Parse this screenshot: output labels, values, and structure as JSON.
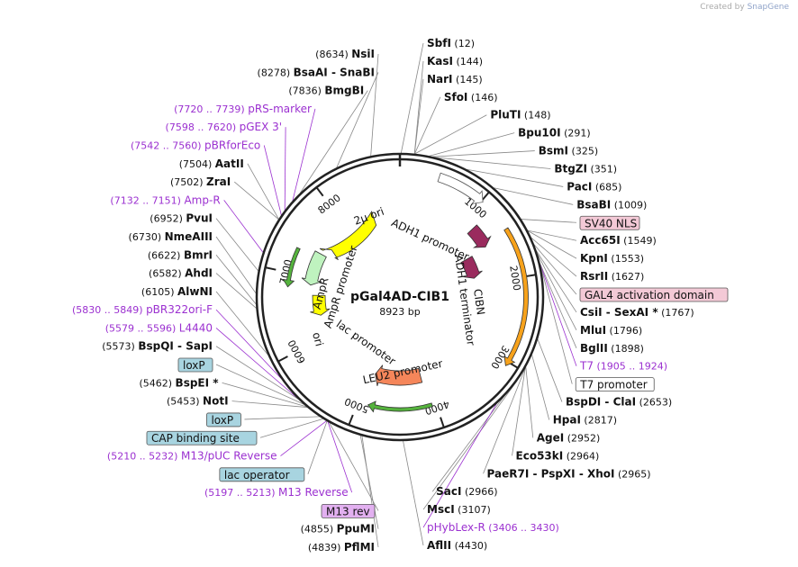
{
  "branding": {
    "created_by": "Created by",
    "app": "SnapGene"
  },
  "plasmid": {
    "name": "pGal4AD-CIB1",
    "size": "8923 bp",
    "length": 8923
  },
  "ticks": [
    {
      "pos": 1000,
      "label": "1000"
    },
    {
      "pos": 2000,
      "label": "2000"
    },
    {
      "pos": 3000,
      "label": "3000"
    },
    {
      "pos": 4000,
      "label": "4000"
    },
    {
      "pos": 5000,
      "label": "5000"
    },
    {
      "pos": 6000,
      "label": "6000"
    },
    {
      "pos": 7000,
      "label": "7000"
    },
    {
      "pos": 8000,
      "label": "8000"
    }
  ],
  "features": [
    {
      "name": "2µ ori",
      "start": 8470,
      "end": 7550,
      "color": "#ffff00",
      "dir": 1,
      "r": 92,
      "w": 16
    },
    {
      "name": "ADH1 promoter",
      "start": 450,
      "end": 1020,
      "color": "#ffffff",
      "dir": 1,
      "r": 140,
      "w": 10
    },
    {
      "name": "GAL4 AD",
      "start": 1160,
      "end": 1480,
      "color": "#9a2b5e",
      "dir": 1,
      "r": 110,
      "w": 14
    },
    {
      "name": "CIBN",
      "start": 1500,
      "end": 1880,
      "color": "#9a2b5e",
      "dir": 1,
      "r": 85,
      "w": 14
    },
    {
      "name": "SV40 NLS outer",
      "start": 1420,
      "end": 3050,
      "color": "#f7a21b",
      "dir": 1,
      "r": 140,
      "w": 5
    },
    {
      "name": "AmpR",
      "start": 6880,
      "end": 7400,
      "color": "#bff3bf",
      "dir": -1,
      "r": 100,
      "w": 14
    },
    {
      "name": "AmpR green",
      "start": 6820,
      "end": 7330,
      "color": "#55b33d",
      "dir": -1,
      "r": 125,
      "w": 4
    },
    {
      "name": "ori",
      "start": 6370,
      "end": 6720,
      "color": "#ffff00",
      "dir": -1,
      "r": 90,
      "w": 14
    },
    {
      "name": "LEU2",
      "start": 4100,
      "end": 4900,
      "color": "#f5865a",
      "dir": 1,
      "r": 90,
      "w": 16
    },
    {
      "name": "LEU2 green",
      "start": 4050,
      "end": 4870,
      "color": "#55b33d",
      "dir": 1,
      "r": 125,
      "w": 4
    }
  ],
  "feature_labels": {
    "ori2u": "2µ ori",
    "adh1_promoter": "ADH1 promoter",
    "adh1_terminator": "ADH1 terminator",
    "cibn": "CIBN",
    "ampr_promoter": "AmpR promoter",
    "ampr": "AmpR",
    "ori": "ori",
    "lac_promoter": "lac promoter",
    "leu2_promoter": "LEU2 promoter",
    "leu2": "LEU2"
  },
  "sites_right": [
    {
      "name": "SbfI",
      "pos": "(12)",
      "bp": 12
    },
    {
      "name": "KasI",
      "pos": "(144)",
      "bp": 144
    },
    {
      "name": "NarI",
      "pos": "(145)",
      "bp": 145
    },
    {
      "name": "SfoI",
      "pos": "(146)",
      "bp": 146
    },
    {
      "name": "PluTI",
      "pos": "(148)",
      "bp": 148
    },
    {
      "name": "Bpu10I",
      "pos": "(291)",
      "bp": 291
    },
    {
      "name": "BsmI",
      "pos": "(325)",
      "bp": 325
    },
    {
      "name": "BtgZI",
      "pos": "(351)",
      "bp": 351
    },
    {
      "name": "PacI",
      "pos": "(685)",
      "bp": 685
    },
    {
      "name": "BsaBI",
      "pos": "(1009)",
      "bp": 1009
    },
    {
      "name": "SV40 NLS",
      "box": "#f3c9d6",
      "bp": 1420
    },
    {
      "name": "Acc65I",
      "pos": "(1549)",
      "bp": 1549
    },
    {
      "name": "KpnI",
      "pos": "(1553)",
      "bp": 1553
    },
    {
      "name": "RsrII",
      "pos": "(1627)",
      "bp": 1627
    },
    {
      "name": "GAL4 activation domain",
      "box": "#f3c9d6",
      "bp": 1700
    },
    {
      "name": "CsiI  -  SexAI *",
      "pos": "(1767)",
      "bp": 1767
    },
    {
      "name": "MluI",
      "pos": "(1796)",
      "bp": 1796
    },
    {
      "name": "BglII",
      "pos": "(1898)",
      "bp": 1898
    },
    {
      "name": "T7",
      "pos": "(1905 .. 1924)",
      "purple": true,
      "bp": 1910
    },
    {
      "name": "T7 promoter",
      "box": "#ffffff",
      "bp": 1920
    },
    {
      "name": "BspDI  -  ClaI",
      "pos": "(2653)",
      "bp": 2653
    },
    {
      "name": "HpaI",
      "pos": "(2817)",
      "bp": 2817
    },
    {
      "name": "AgeI",
      "pos": "(2952)",
      "bp": 2952
    },
    {
      "name": "Eco53kI",
      "pos": "(2964)",
      "bp": 2964
    },
    {
      "name": "PaeR7I  -  PspXI  -  XhoI",
      "pos": "(2965)",
      "bp": 2965
    },
    {
      "name": "SacI",
      "pos": "(2966)",
      "bp": 2966
    },
    {
      "name": "MscI",
      "pos": "(3107)",
      "bp": 3107
    },
    {
      "name": "pHybLex-R",
      "pos": "(3406 .. 3430)",
      "purple": true,
      "bp": 3418
    },
    {
      "name": "AflII",
      "pos": "(4430)",
      "bp": 4430
    }
  ],
  "sites_left": [
    {
      "name": "NsiI",
      "pos": "(8634)",
      "bp": 8634
    },
    {
      "name": "BsaAI  -  SnaBI",
      "pos": "(8278)",
      "bp": 8278
    },
    {
      "name": "BmgBI",
      "pos": "(7836)",
      "bp": 7836
    },
    {
      "name": "pRS-marker",
      "pos": "(7720 .. 7739)",
      "purple": true,
      "bp": 7730
    },
    {
      "name": "pGEX 3'",
      "pos": "(7598 .. 7620)",
      "purple": true,
      "bp": 7609
    },
    {
      "name": "pBRforEco",
      "pos": "(7542 .. 7560)",
      "purple": true,
      "bp": 7551
    },
    {
      "name": "AatII",
      "pos": "(7504)",
      "bp": 7504
    },
    {
      "name": "ZraI",
      "pos": "(7502)",
      "bp": 7502
    },
    {
      "name": "Amp-R",
      "pos": "(7132 .. 7151)",
      "purple": true,
      "bp": 7141
    },
    {
      "name": "PvuI",
      "pos": "(6952)",
      "bp": 6952
    },
    {
      "name": "NmeAIII",
      "pos": "(6730)",
      "bp": 6730
    },
    {
      "name": "BmrI",
      "pos": "(6622)",
      "bp": 6622
    },
    {
      "name": "AhdI",
      "pos": "(6582)",
      "bp": 6582
    },
    {
      "name": "AlwNI",
      "pos": "(6105)",
      "bp": 6105
    },
    {
      "name": "pBR322ori-F",
      "pos": "(5830 .. 5849)",
      "purple": true,
      "bp": 5840
    },
    {
      "name": "L4440",
      "pos": "(5579 .. 5596)",
      "purple": true,
      "bp": 5588
    },
    {
      "name": "BspQI  -  SapI",
      "pos": "(5573)",
      "bp": 5573
    },
    {
      "name": "loxP",
      "box": "#a8d4e0",
      "bp": 5500
    },
    {
      "name": "BspEI *",
      "pos": "(5462)",
      "bp": 5462
    },
    {
      "name": "NotI",
      "pos": "(5453)",
      "bp": 5453
    },
    {
      "name": "loxP",
      "box": "#a8d4e0",
      "bp": 5300
    },
    {
      "name": "CAP binding site",
      "box": "#a8d4e0",
      "bp": 5260
    },
    {
      "name": "M13/pUC Reverse",
      "pos": "(5210 .. 5232)",
      "purple": true,
      "bp": 5221
    },
    {
      "name": "lac operator",
      "box": "#a8d4e0",
      "bp": 5215
    },
    {
      "name": "M13 Reverse",
      "pos": "(5197 .. 5213)",
      "purple": true,
      "bp": 5205
    },
    {
      "name": "M13 rev",
      "box": "#e2b0f0",
      "bp": 5190
    },
    {
      "name": "PpuMI",
      "pos": "(4855)",
      "bp": 4855
    },
    {
      "name": "PflMI",
      "pos": "(4839)",
      "bp": 4839
    }
  ]
}
